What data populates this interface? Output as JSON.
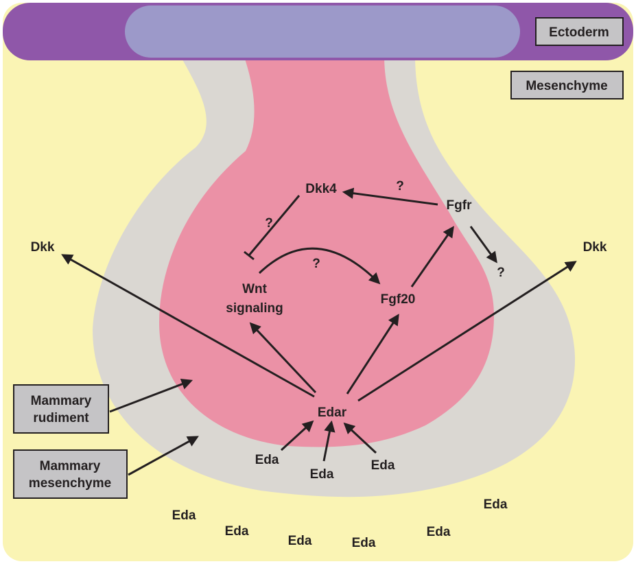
{
  "colors": {
    "background_outer": "#ffffff",
    "mesenchyme": "#faf4b4",
    "ectoderm": "#8f57a9",
    "ectoderm_inner": "#9c99c9",
    "mammary_mesenchyme": "#dad7d2",
    "mammary_rudiment": "#eb91a6",
    "box_fill": "#c5c4c6",
    "ink": "#231f20"
  },
  "legend": {
    "ectoderm": "Ectoderm",
    "mesenchyme": "Mesenchyme",
    "rudiment_line1": "Mammary",
    "rudiment_line2": "rudiment",
    "mesenchyme_line1": "Mammary",
    "mesenchyme_line2": "mesenchyme"
  },
  "nodes": {
    "dkk4": "Dkk4",
    "fgfr": "Fgfr",
    "dkk_left": "Dkk",
    "dkk_right": "Dkk",
    "wnt_line1": "Wnt",
    "wnt_line2": "signaling",
    "fgf20": "Fgf20",
    "edar": "Edar"
  },
  "unknowns": {
    "q_fgfr_dkk4": "?",
    "q_dkk4_wnt": "?",
    "q_wnt_fgf20": "?",
    "q_fgfr_out": "?"
  },
  "eda_labels": [
    "Eda",
    "Eda",
    "Eda",
    "Eda",
    "Eda",
    "Eda",
    "Eda",
    "Eda",
    "Eda"
  ]
}
